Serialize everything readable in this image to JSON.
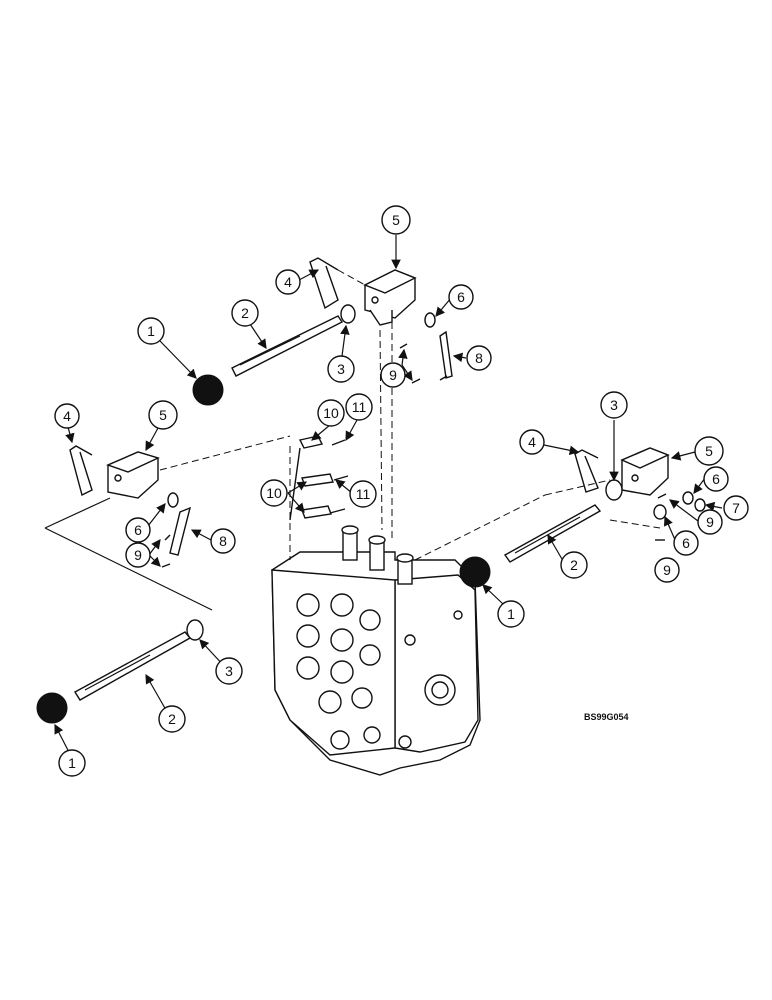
{
  "figure": {
    "code": "BS99G054",
    "callout_numbers": [
      "1",
      "2",
      "3",
      "4",
      "5",
      "6",
      "7",
      "8",
      "9",
      "10",
      "11"
    ]
  },
  "colors": {
    "ink": "#111111",
    "paper": "#ffffff"
  },
  "icons": {
    "knob": "knob-ball-icon",
    "arrow": "leader-arrow-icon"
  }
}
